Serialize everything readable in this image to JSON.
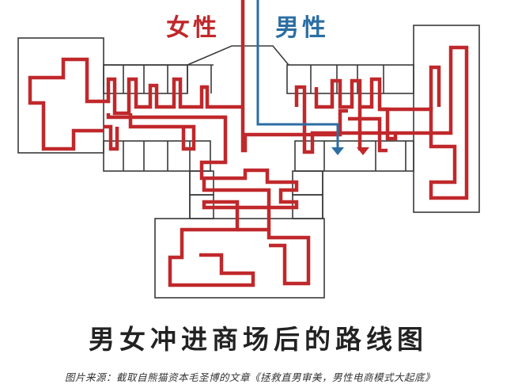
{
  "labels": {
    "female": "女性",
    "male": "男性"
  },
  "title": "男女冲进商场后的路线图",
  "caption": "图片来源：截取自熊猫资本毛圣博的文章《拯救直男审美，男性电商模式大起底》",
  "colors": {
    "female": "#c0282b",
    "male": "#2b6ea3",
    "walls": "#333333",
    "title": "#222222"
  }
}
